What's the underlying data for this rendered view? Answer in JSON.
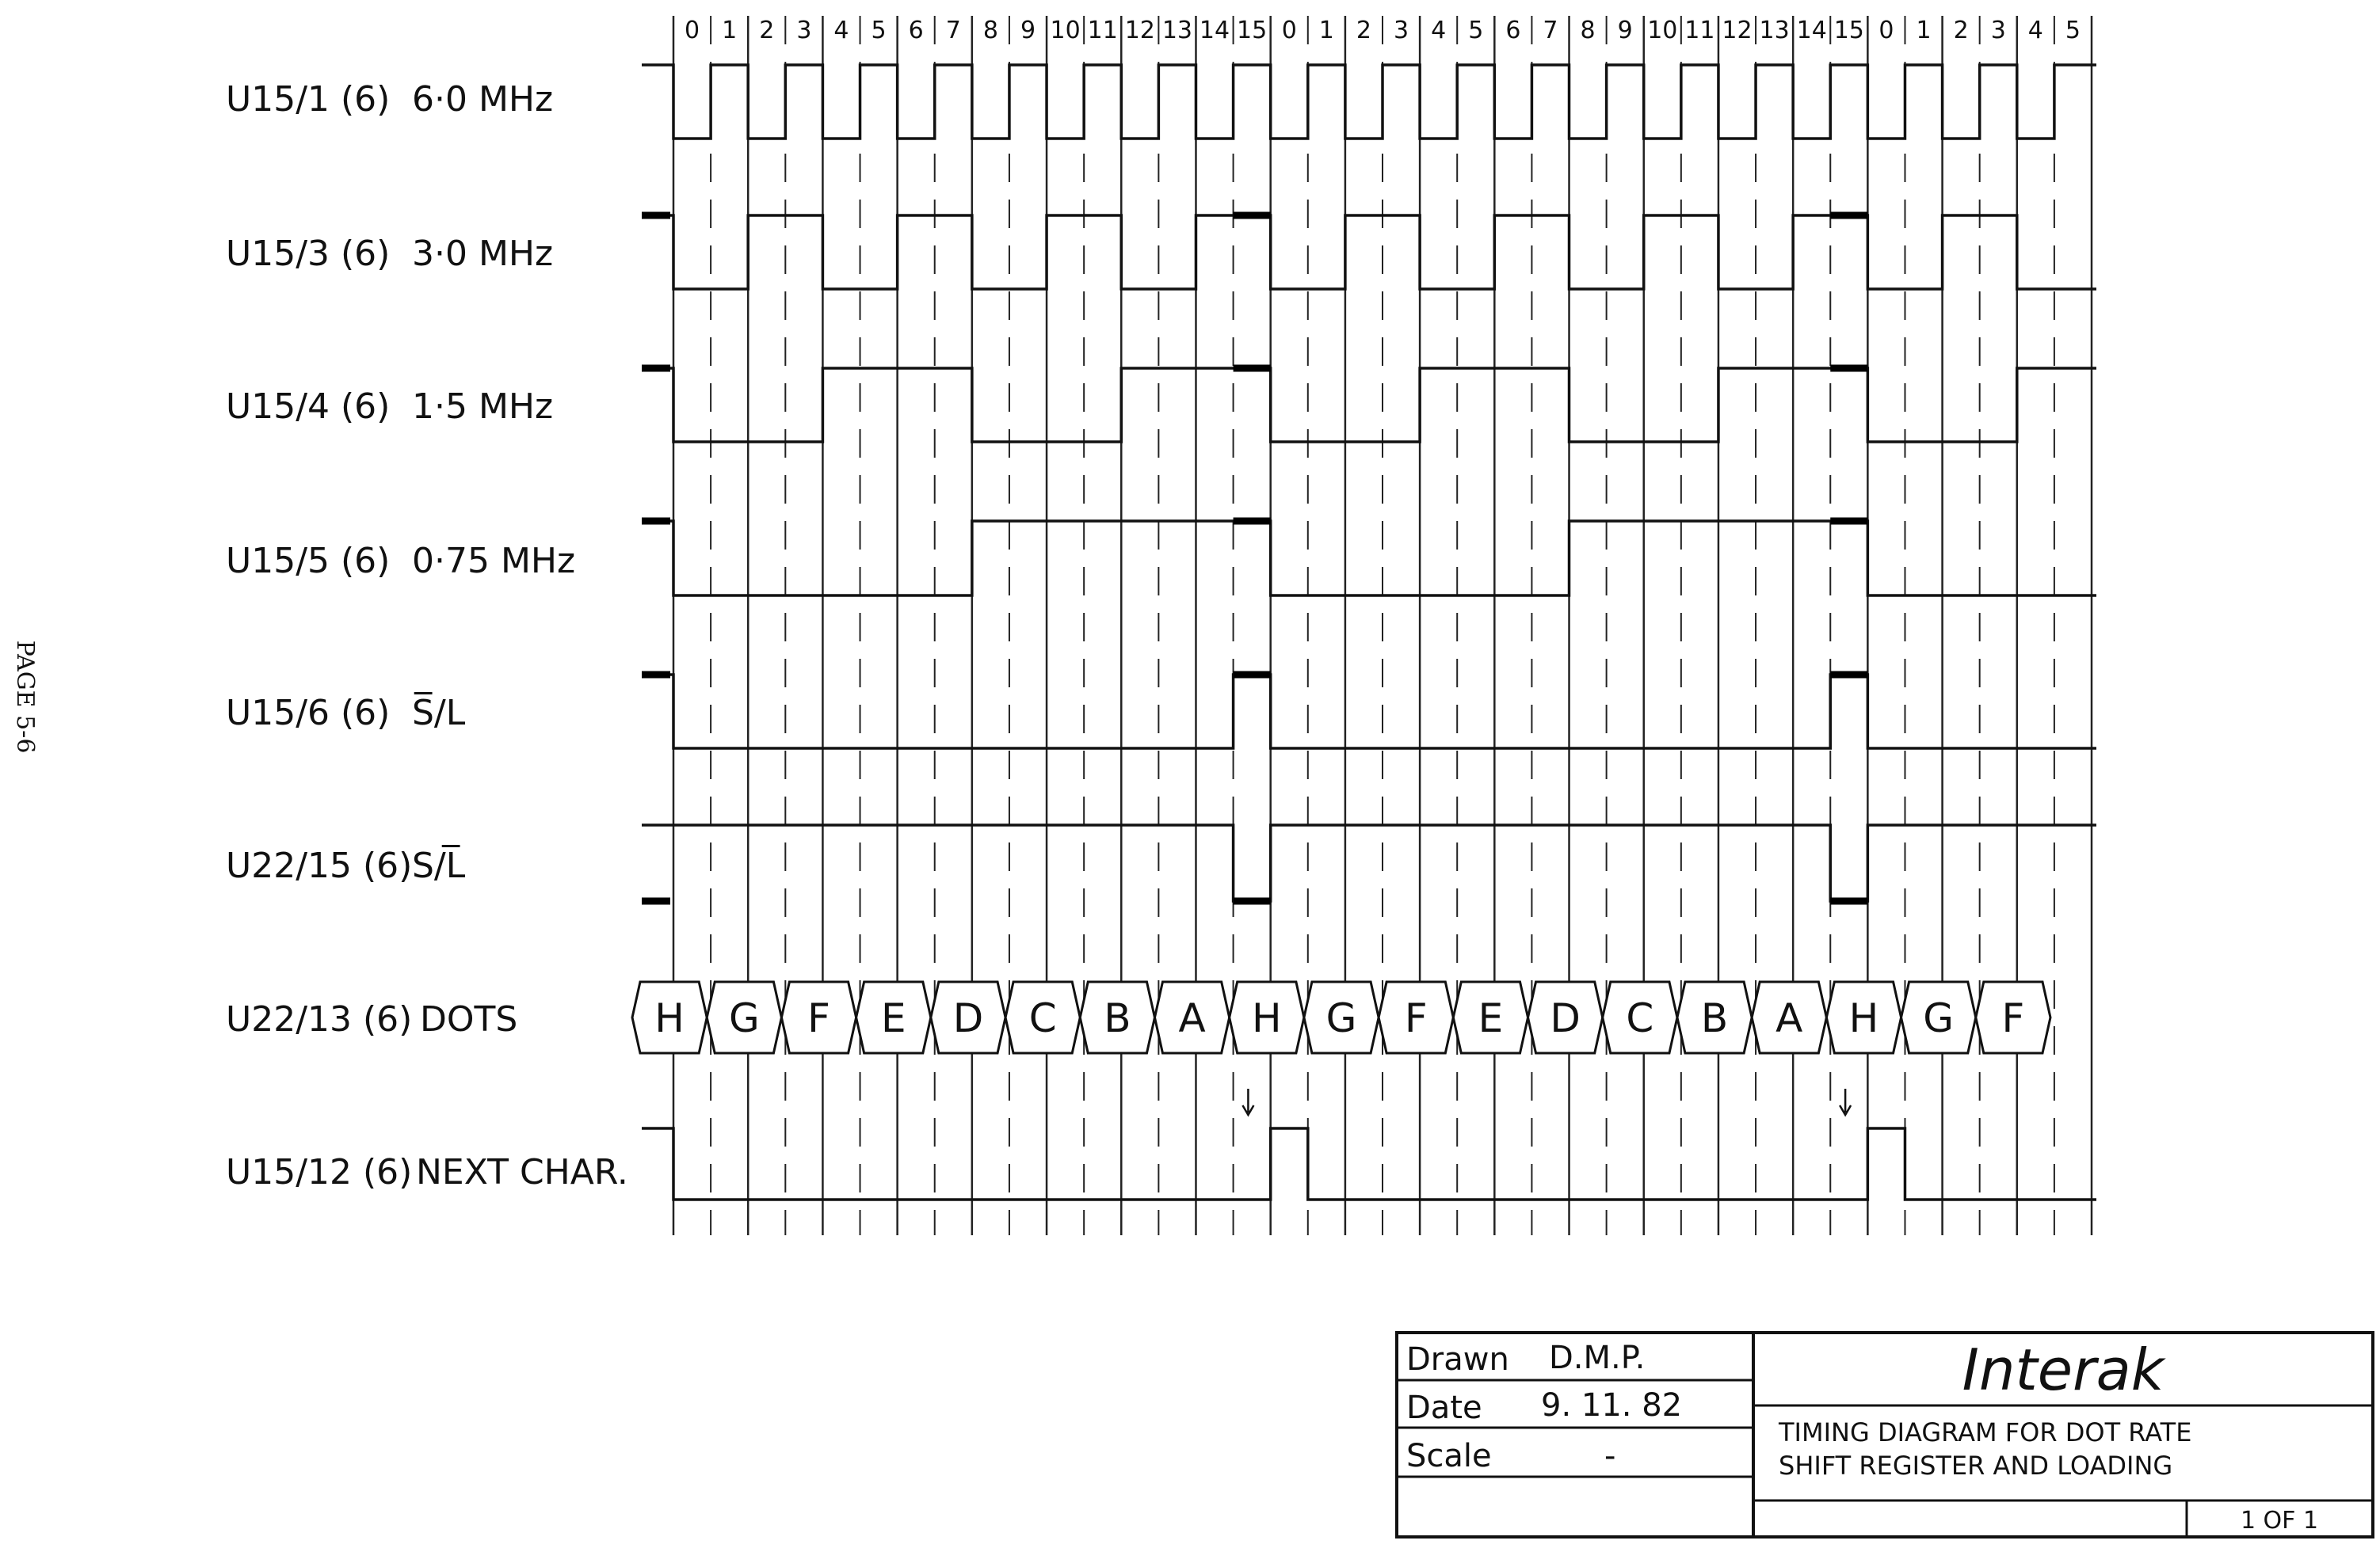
{
  "page_label": "PAGE 5-6",
  "tick_labels": [
    "0",
    "1",
    "2",
    "3",
    "4",
    "5",
    "6",
    "7",
    "8",
    "9",
    "10",
    "11",
    "12",
    "13",
    "14",
    "15",
    "0",
    "1",
    "2",
    "3",
    "4",
    "5",
    "6",
    "7",
    "8",
    "9",
    "10",
    "11",
    "12",
    "13",
    "14",
    "15",
    "0",
    "1",
    "2",
    "3",
    "4",
    "5"
  ],
  "signals": [
    {
      "name": "U15/1 (6)",
      "desc": "6·0 MHz",
      "pattern": [
        0,
        1,
        0,
        1,
        0,
        1,
        0,
        1,
        0,
        1,
        0,
        1,
        0,
        1,
        0,
        1,
        0,
        1,
        0,
        1,
        0,
        1,
        0,
        1,
        0,
        1,
        0,
        1,
        0,
        1,
        0,
        1,
        0,
        1,
        0,
        1,
        0,
        1
      ]
    },
    {
      "name": "U15/3 (6)",
      "desc": "3·0 MHz",
      "pattern": [
        0,
        0,
        1,
        1,
        0,
        0,
        1,
        1,
        0,
        0,
        1,
        1,
        0,
        0,
        1,
        1,
        0,
        0,
        1,
        1,
        0,
        0,
        1,
        1,
        0,
        0,
        1,
        1,
        0,
        0,
        1,
        1,
        0,
        0,
        1,
        1,
        0,
        0
      ]
    },
    {
      "name": "U15/4 (6)",
      "desc": "1·5 MHz",
      "pattern": [
        0,
        0,
        0,
        0,
        1,
        1,
        1,
        1,
        0,
        0,
        0,
        0,
        1,
        1,
        1,
        1,
        0,
        0,
        0,
        0,
        1,
        1,
        1,
        1,
        0,
        0,
        0,
        0,
        1,
        1,
        1,
        1,
        0,
        0,
        0,
        0,
        1,
        1
      ]
    },
    {
      "name": "U15/5 (6)",
      "desc": "0·75 MHz",
      "pattern": [
        0,
        0,
        0,
        0,
        0,
        0,
        0,
        0,
        1,
        1,
        1,
        1,
        1,
        1,
        1,
        1,
        0,
        0,
        0,
        0,
        0,
        0,
        0,
        0,
        1,
        1,
        1,
        1,
        1,
        1,
        1,
        1,
        0,
        0,
        0,
        0,
        0,
        0
      ]
    },
    {
      "name": "U15/6 (6)",
      "desc": "S̅/L",
      "pattern": [
        0,
        0,
        0,
        0,
        0,
        0,
        0,
        0,
        0,
        0,
        0,
        0,
        0,
        0,
        0,
        1,
        0,
        0,
        0,
        0,
        0,
        0,
        0,
        0,
        0,
        0,
        0,
        0,
        0,
        0,
        0,
        1,
        0,
        0,
        0,
        0,
        0,
        0
      ]
    },
    {
      "name": "U22/15 (6)",
      "desc": "S/L̅",
      "pattern": [
        1,
        1,
        1,
        1,
        1,
        1,
        1,
        1,
        1,
        1,
        1,
        1,
        1,
        1,
        1,
        0,
        1,
        1,
        1,
        1,
        1,
        1,
        1,
        1,
        1,
        1,
        1,
        1,
        1,
        1,
        1,
        0,
        1,
        1,
        1,
        1,
        1,
        1
      ]
    },
    {
      "name": "U22/13 (6)",
      "desc": "DOTS",
      "dots": [
        "H",
        "G",
        "F",
        "E",
        "D",
        "C",
        "B",
        "A",
        "H",
        "G",
        "F",
        "E",
        "D",
        "C",
        "B",
        "A",
        "H",
        "G",
        "F"
      ]
    },
    {
      "name": "U15/12 (6)",
      "desc": "NEXT CHAR.",
      "pattern": [
        0,
        0,
        0,
        0,
        0,
        0,
        0,
        0,
        0,
        0,
        0,
        0,
        0,
        0,
        0,
        0,
        1,
        0,
        0,
        0,
        0,
        0,
        0,
        0,
        0,
        0,
        0,
        0,
        0,
        0,
        0,
        0,
        1,
        0,
        0,
        0,
        0,
        0
      ]
    }
  ],
  "title_block": {
    "drawn_label": "Drawn",
    "drawn_value": "D.M.P.",
    "date_label": "Date",
    "date_value": "9. 11. 82",
    "scale_label": "Scale",
    "scale_value": "-",
    "company": "Interak",
    "title_line1": "TIMING DIAGRAM FOR DOT RATE",
    "title_line2": "SHIFT REGISTER AND LOADING",
    "sheet": "1 OF 1"
  }
}
